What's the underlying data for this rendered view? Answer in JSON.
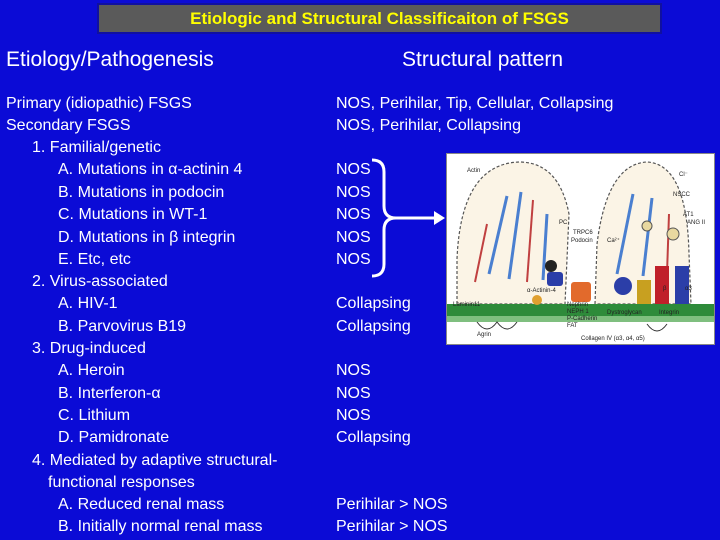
{
  "title": "Etiologic and Structural Classificaiton of FSGS",
  "headers": {
    "etiology": "Etiology/Pathogenesis",
    "structural": "Structural pattern"
  },
  "rows": [
    {
      "left": "Primary (idiopathic) FSGS",
      "right": "NOS, Perihilar, Tip, Cellular, Collapsing"
    },
    {
      "left": "Secondary FSGS",
      "right": "NOS, Perihilar, Collapsing"
    },
    {
      "left": "1. Familial/genetic",
      "right": ""
    },
    {
      "left": "A. Mutations in α-actinin 4",
      "right": "NOS"
    },
    {
      "left": "B. Mutations in podocin",
      "right": "NOS"
    },
    {
      "left": "C. Mutations in WT-1",
      "right": "NOS"
    },
    {
      "left": "D. Mutations in β integrin",
      "right": "NOS"
    },
    {
      "left": "E. Etc, etc",
      "right": "NOS"
    },
    {
      "left": "2. Virus-associated",
      "right": ""
    },
    {
      "left": "A. HIV-1",
      "right": "Collapsing"
    },
    {
      "left": "B. Parvovirus B19",
      "right": "Collapsing"
    },
    {
      "left": "3. Drug-induced",
      "right": ""
    },
    {
      "left": "A. Heroin",
      "right": "NOS"
    },
    {
      "left": "B. Interferon-α",
      "right": "NOS"
    },
    {
      "left": "C. Lithium",
      "right": "NOS"
    },
    {
      "left": "D. Pamidronate",
      "right": "Collapsing"
    },
    {
      "left": "4. Mediated by adaptive structural-",
      "right": ""
    },
    {
      "left": "functional responses",
      "right": ""
    },
    {
      "left": "A. Reduced renal mass",
      "right": "Perihilar > NOS"
    },
    {
      "left": "B. Initially normal renal mass",
      "right": "Perihilar > NOS"
    }
  ],
  "diagram_labels": {
    "actin": "Actin",
    "podocin_label": "Podocin",
    "pc": "PC",
    "trpc6": "TRPC6",
    "ca": "Ca²⁺",
    "nscc": "NSCC",
    "cl": "Cl⁻",
    "at1": "AT1",
    "ang2": "ANG II",
    "laminin": "Laminin11",
    "agrin": "Agrin",
    "a_actinin": "α-Actinin-4",
    "nephrin": "Nephrin",
    "neph1": "NEPH 1",
    "pcadherin": "P-Cadherin",
    "fat": "FAT",
    "dystroglycan": "Dystroglycan",
    "integrin": "Integrin",
    "collagen": "Collagen IV (α3, α4, α5)",
    "alpha3": "α3",
    "beta": "β"
  },
  "colors": {
    "background": "#0b0bd6",
    "title_bg": "#5a5a5a",
    "title_text": "#ffff00",
    "text": "#ffffff"
  }
}
